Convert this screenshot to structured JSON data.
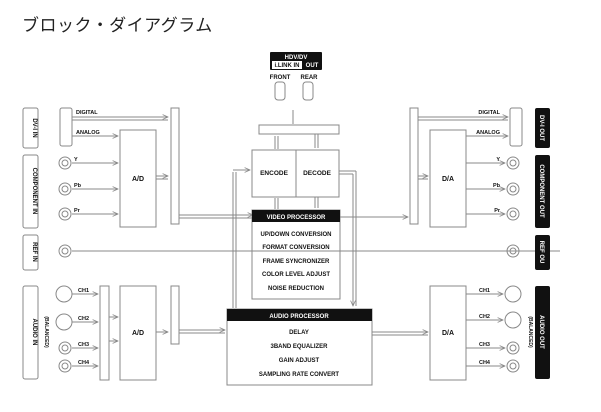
{
  "title": "ブロック・ダイアグラム",
  "hdv_dv": {
    "title": "HDV/DV",
    "ilink_in": "i.LINK IN",
    "out": "OUT",
    "front": "FRONT",
    "rear": "REAR"
  },
  "inputs": {
    "dvi_in": "DV-I IN",
    "component_in": "COMPONENT IN",
    "ref_in": "REF IN",
    "audio_in": "AUDIO IN",
    "audio_in_sub": "(BALANCED)",
    "digital": "DIGITAL",
    "analog": "ANALOG",
    "y": "Y",
    "pb": "Pb",
    "pr": "Pr",
    "ch1": "CH1",
    "ch2": "CH2",
    "ch3": "CH3",
    "ch4": "CH4"
  },
  "outputs": {
    "dvi_out": "DV-I OUT",
    "component_out": "COMPONENT OUT",
    "ref_out": "REF OU",
    "audio_out": "AUDIO OUT",
    "audio_out_sub": "(BALANCED)",
    "digital": "DIGITAL",
    "analog": "ANALOG",
    "y": "Y",
    "pb": "Pb",
    "pr": "Pr",
    "ch1": "CH1",
    "ch2": "CH2",
    "ch3": "CH3",
    "ch4": "CH4"
  },
  "blocks": {
    "ad_video": "A/D",
    "ad_audio": "A/D",
    "da_video": "D/A",
    "da_audio": "D/A",
    "encode": "ENCODE",
    "decode": "DECODE"
  },
  "video_processor": {
    "title": "VIDEO PROCESSOR",
    "items": [
      "UP/DOWN CONVERSION",
      "FORMAT CONVERSION",
      "FRAME SYNCRONIZER",
      "COLOR LEVEL ADJUST",
      "NOISE REDUCTION"
    ]
  },
  "audio_processor": {
    "title": "AUDIO PROCESSOR",
    "items": [
      "DELAY",
      "3BAND EQUALIZER",
      "GAIN ADJUST",
      "SAMPLING RATE CONVERT"
    ]
  }
}
